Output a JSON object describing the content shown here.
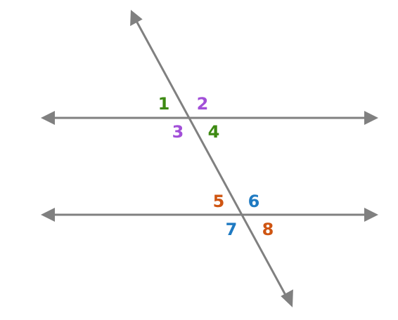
{
  "diagram": {
    "line_color": "#808080",
    "angles": [
      {
        "label": "1",
        "color": "#3d8a12"
      },
      {
        "label": "2",
        "color": "#a24fd8"
      },
      {
        "label": "3",
        "color": "#a24fd8"
      },
      {
        "label": "4",
        "color": "#3d8a12"
      },
      {
        "label": "5",
        "color": "#cf5512"
      },
      {
        "label": "6",
        "color": "#1f7ac2"
      },
      {
        "label": "7",
        "color": "#1f7ac2"
      },
      {
        "label": "8",
        "color": "#cf5512"
      }
    ]
  }
}
